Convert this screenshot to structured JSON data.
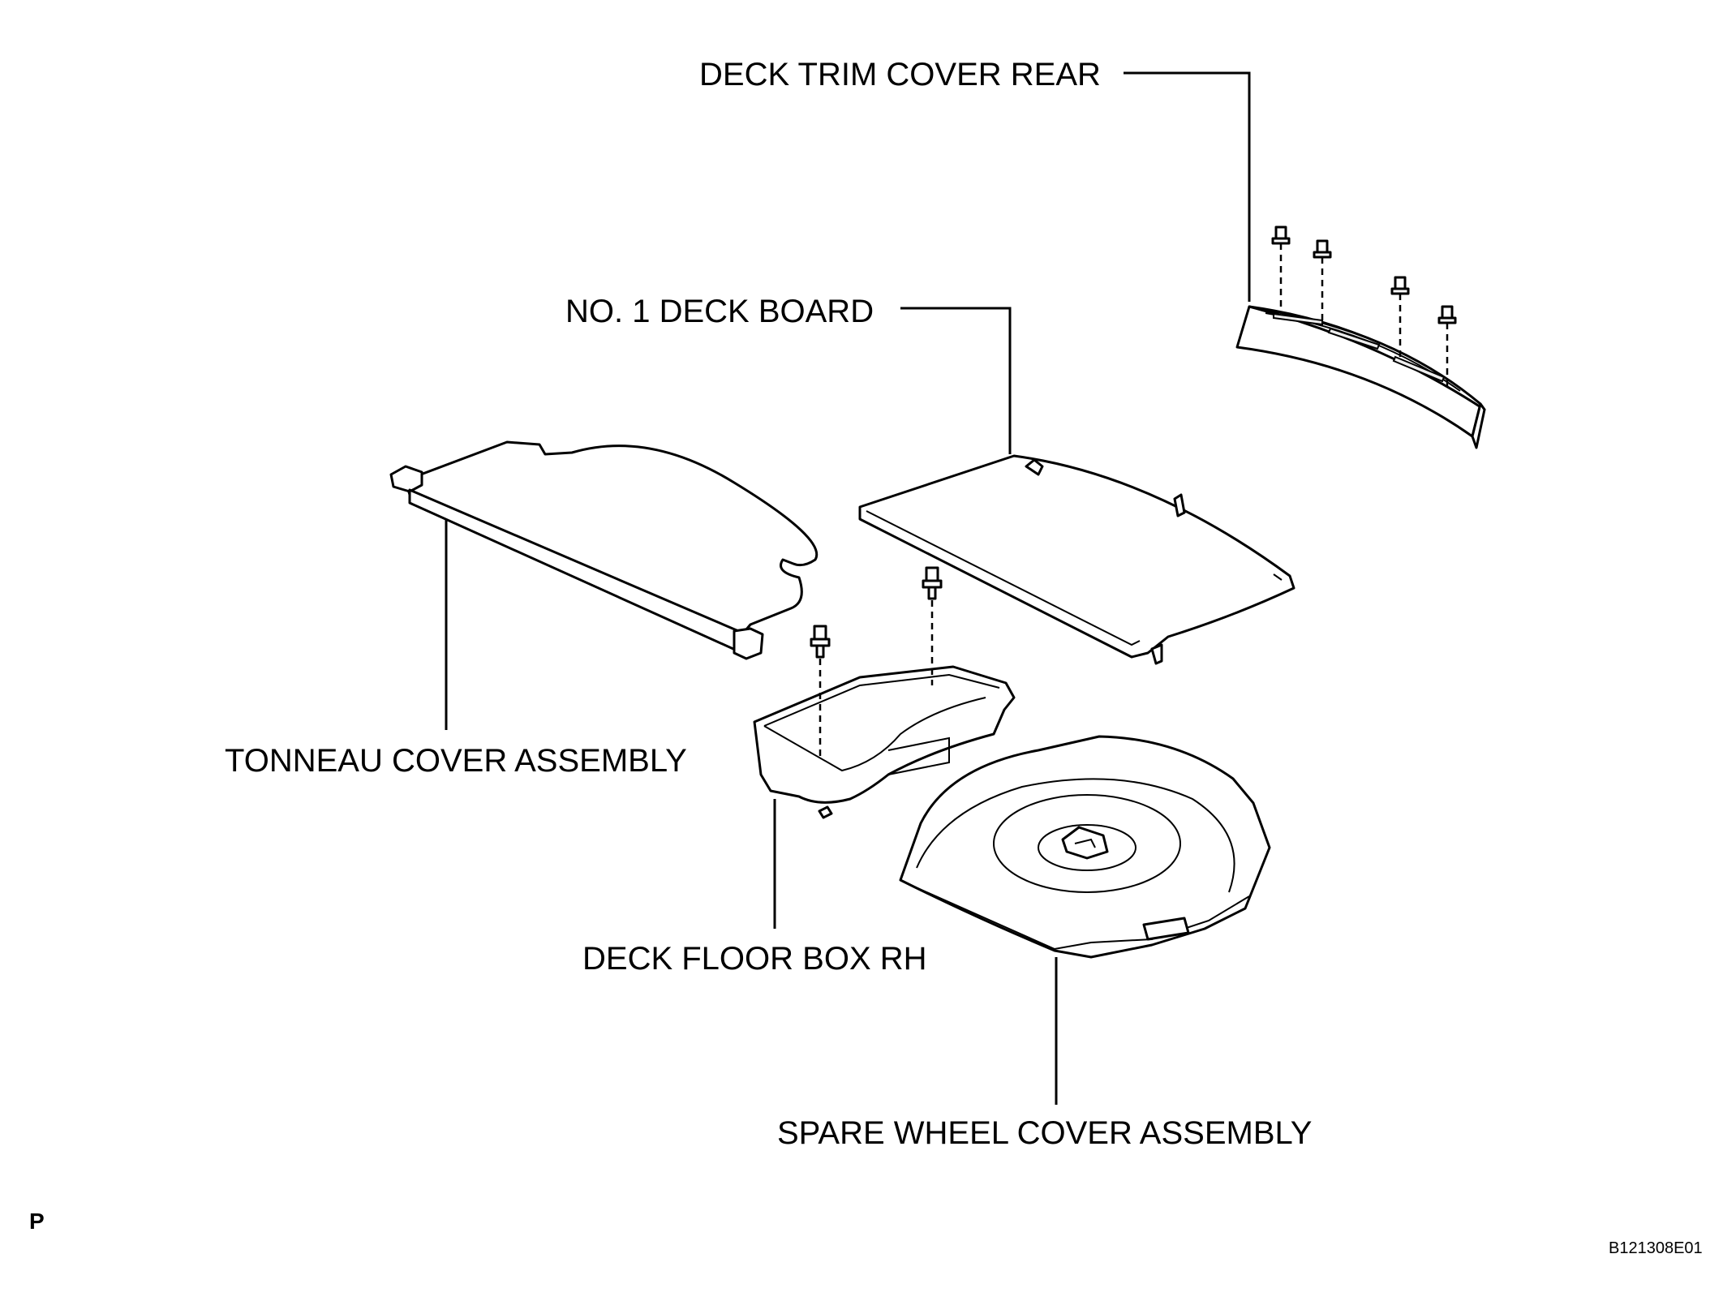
{
  "labels": {
    "deck_trim_cover_rear": "DECK TRIM COVER REAR",
    "no1_deck_board": "NO. 1 DECK BOARD",
    "tonneau_cover_assembly": "TONNEAU COVER ASSEMBLY",
    "deck_floor_box_rh": "DECK FLOOR BOX RH",
    "spare_wheel_cover_assembly": "SPARE WHEEL COVER ASSEMBLY"
  },
  "corner_mark": "P",
  "figure_code": "B121308E01"
}
